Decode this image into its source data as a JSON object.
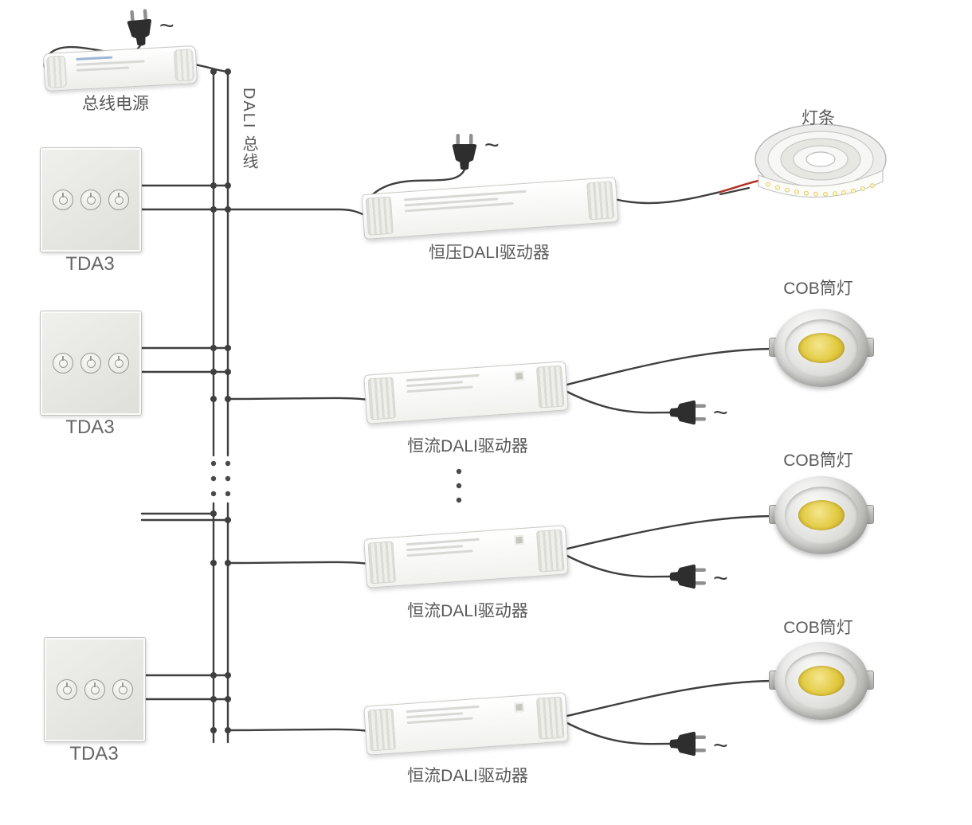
{
  "diagram": {
    "bus": {
      "label": "DALI 总线"
    },
    "power_supply": {
      "label": "总线电源",
      "ac_symbol": "~"
    },
    "panels": [
      {
        "label": "TDA3"
      },
      {
        "label": "TDA3"
      },
      {
        "label": "TDA3"
      }
    ],
    "cv_branch": {
      "driver_label": "恒压DALI驱动器",
      "ac_symbol": "~",
      "load_label": "灯条"
    },
    "cc_branches": [
      {
        "driver_label": "恒流DALI驱动器",
        "ac_symbol": "~",
        "load_label": "COB筒灯"
      },
      {
        "driver_label": "恒流DALI驱动器",
        "ac_symbol": "~",
        "load_label": "COB筒灯"
      },
      {
        "driver_label": "恒流DALI驱动器",
        "ac_symbol": "~",
        "load_label": "COB筒灯"
      }
    ],
    "colors": {
      "wire": "#3f3f3f",
      "live_wire": "#b3342a",
      "cob": "#e3cb42"
    }
  }
}
